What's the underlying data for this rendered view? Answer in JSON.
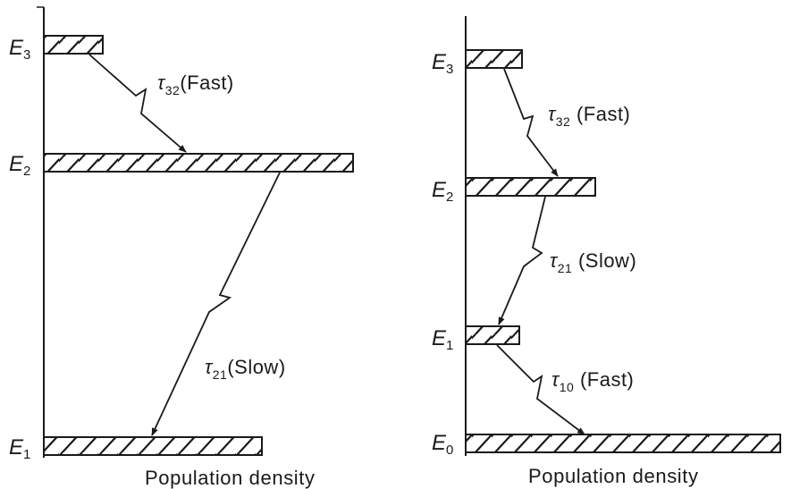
{
  "left": {
    "levels": {
      "e3": {
        "sym": "E",
        "sub": "3"
      },
      "e2": {
        "sym": "E",
        "sub": "2"
      },
      "e1": {
        "sym": "E",
        "sub": "1"
      }
    },
    "transitions": {
      "t32": {
        "sym": "τ",
        "sub": "32",
        "note": "(Fast)"
      },
      "t21": {
        "sym": "τ",
        "sub": "21",
        "note": "(Slow)"
      }
    },
    "xlabel": "Population density"
  },
  "right": {
    "levels": {
      "e3": {
        "sym": "E",
        "sub": "3"
      },
      "e2": {
        "sym": "E",
        "sub": "2"
      },
      "e1": {
        "sym": "E",
        "sub": "1"
      },
      "e0": {
        "sym": "E",
        "sub": "0"
      }
    },
    "transitions": {
      "t32": {
        "sym": "τ",
        "sub": "32",
        "note": "(Fast)"
      },
      "t21": {
        "sym": "τ",
        "sub": "21",
        "note": "(Slow)"
      },
      "t10": {
        "sym": "τ",
        "sub": "10",
        "note": "(Fast)"
      }
    },
    "xlabel": "Population density"
  }
}
